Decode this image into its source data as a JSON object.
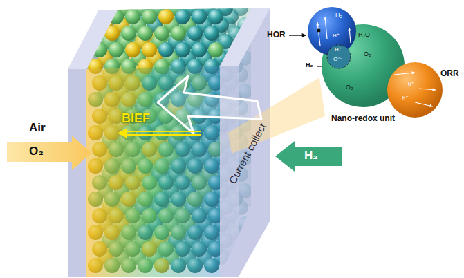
{
  "diagram": {
    "nodes": [
      {
        "text": [
          "Air",
          "O₂"
        ]
      },
      {
        "text": [
          "H₂"
        ]
      },
      {
        "text": [
          "Nano-redox unit"
        ]
      },
      {
        "text": [
          "H₂",
          "H⁺"
        ],
        "in": 2
      },
      {
        "text": [
          "H⁺",
          "O²⁻"
        ],
        "in": 3
      },
      {
        "text": [
          "h⁺",
          "h⁺"
        ],
        "in": 2
      }
    ],
    "labels": [
      "BIEF",
      "Current collect",
      "HOR",
      "ORR",
      "H₂",
      "H₂O",
      "O₂",
      "O₂"
    ]
  }
}
